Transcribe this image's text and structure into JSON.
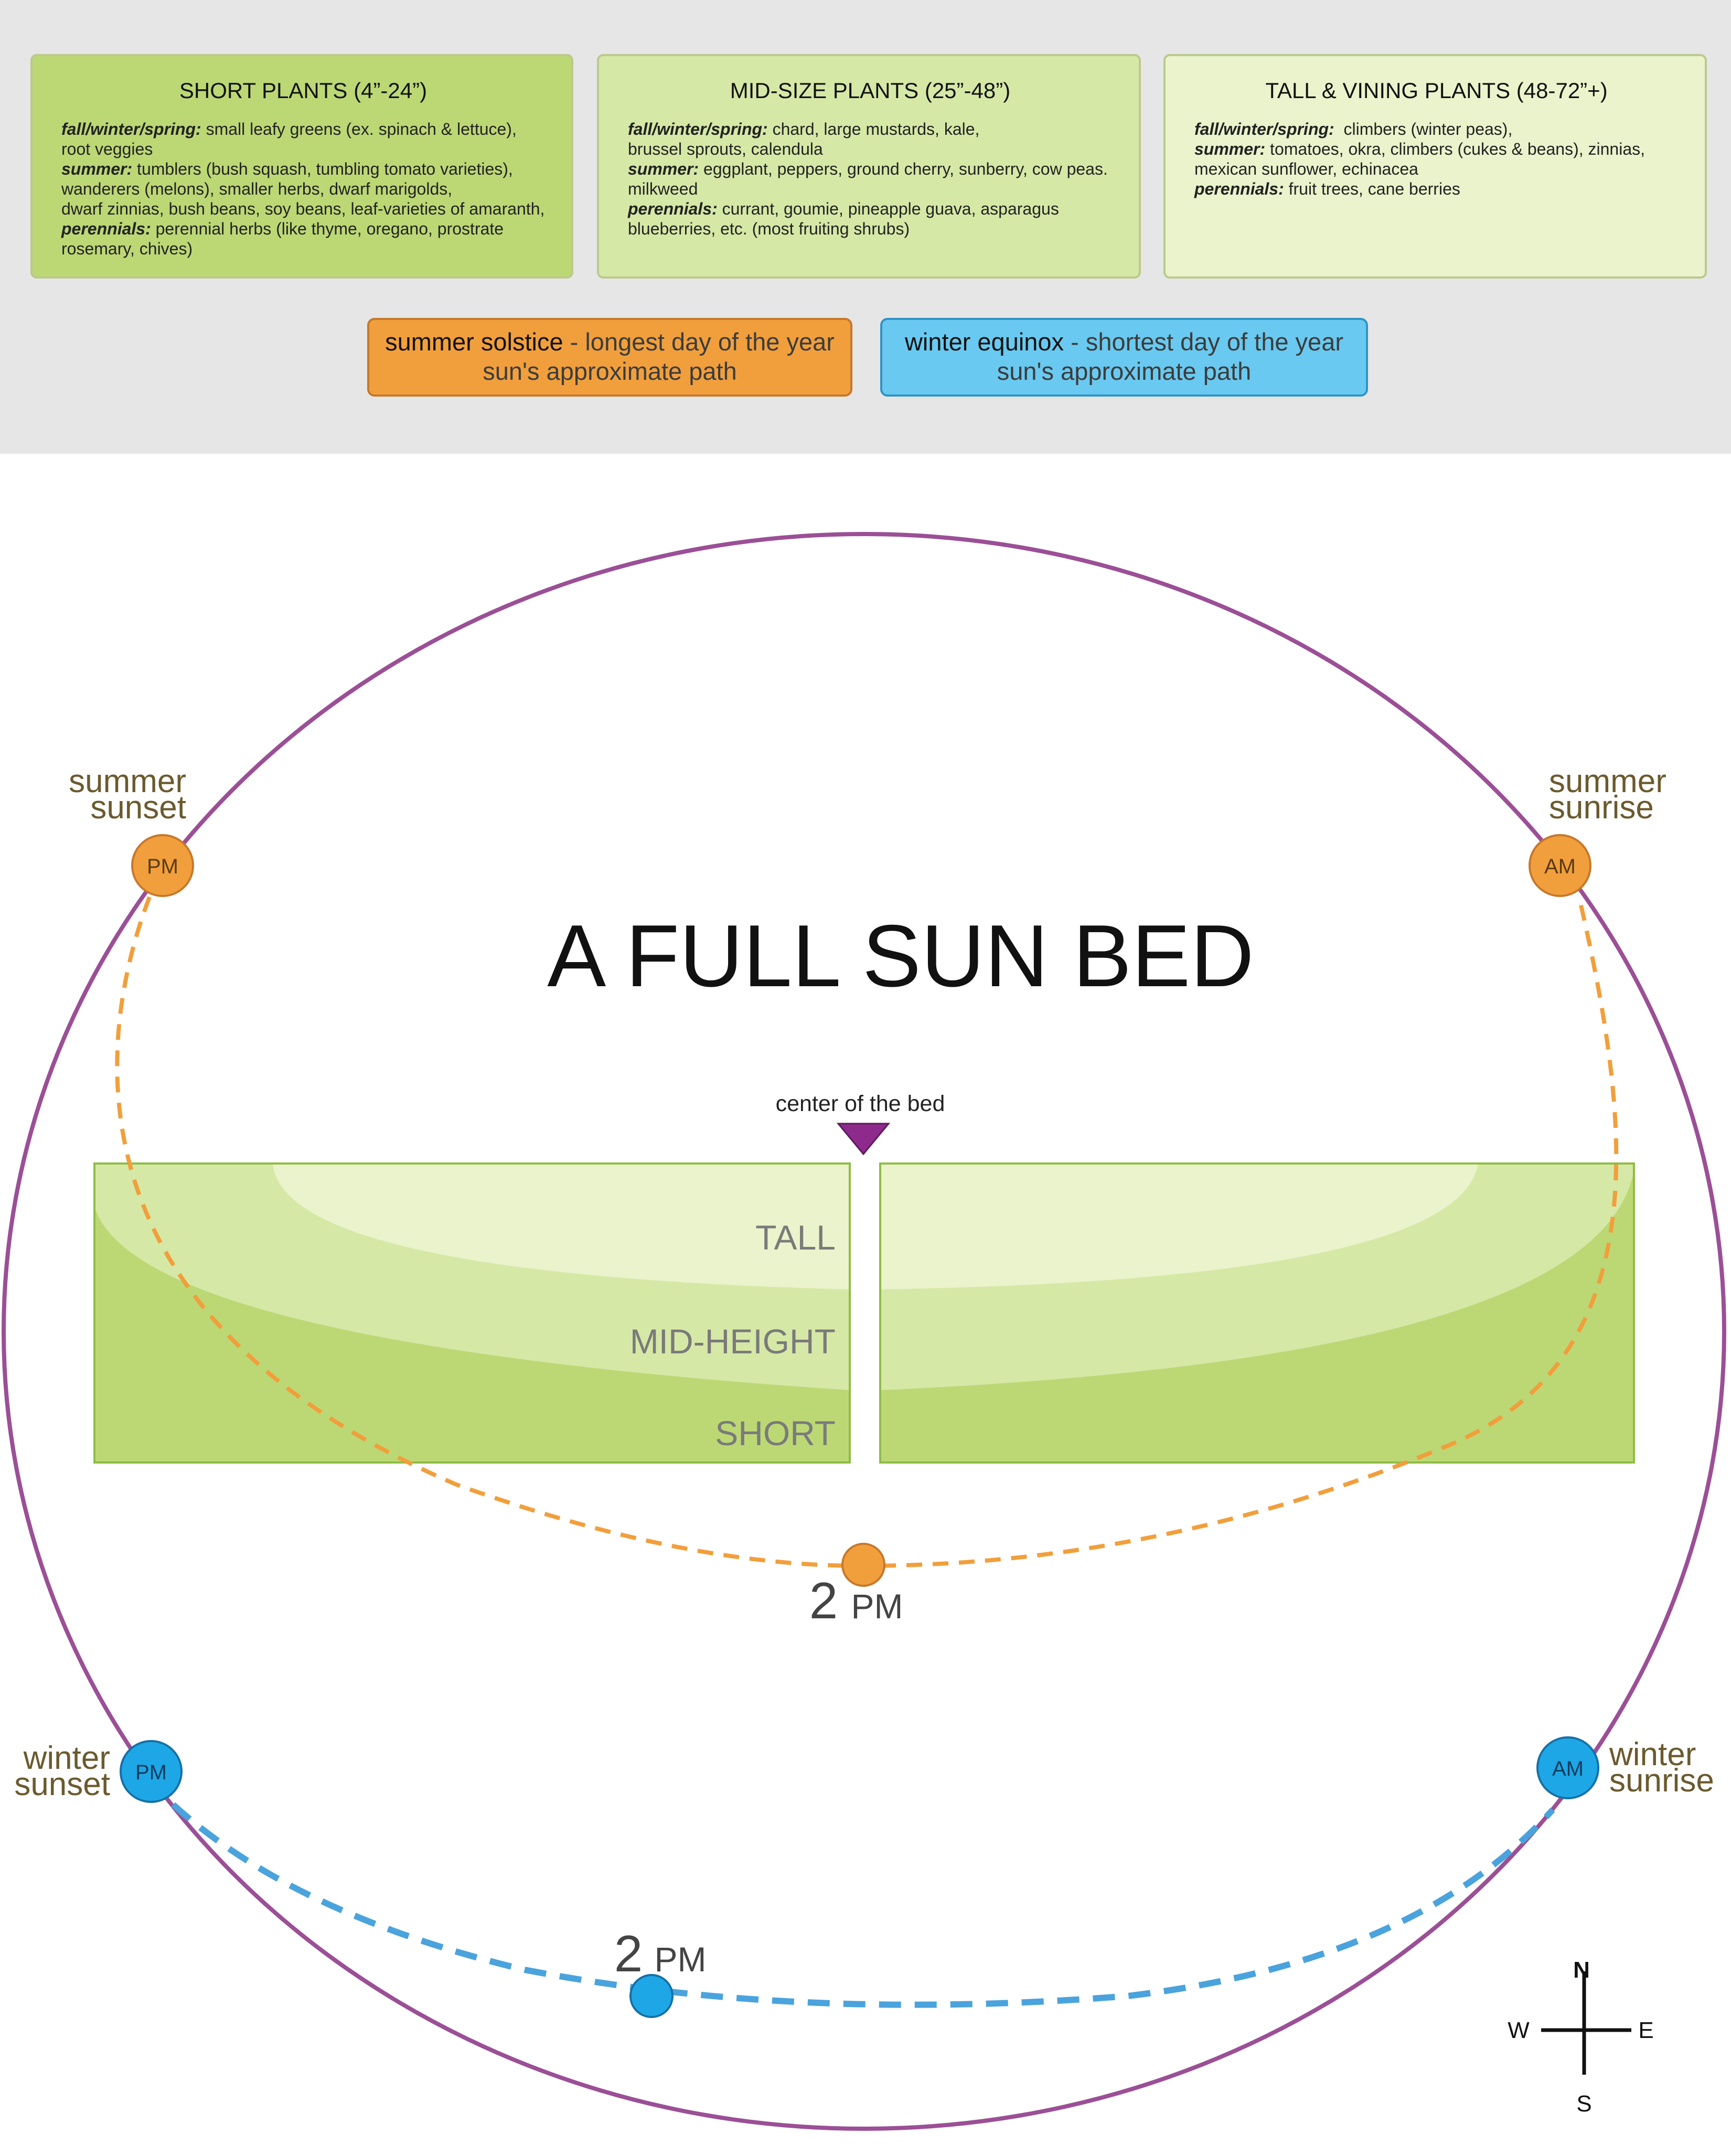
{
  "plant_boxes": [
    {
      "title": "SHORT PLANTS (4”-24”)",
      "color": "#bcd875",
      "lines": [
        {
          "label": "fall/winter/spring:",
          "text": " small leafy greens (ex. spinach & lettuce),"
        },
        {
          "label": "",
          "text": "root veggies"
        },
        {
          "label": "summer:",
          "text": " tumblers (bush squash, tumbling tomato varieties),"
        },
        {
          "label": "",
          "text": "wanderers (melons), smaller herbs, dwarf marigolds,"
        },
        {
          "label": "",
          "text": "dwarf zinnias, bush beans, soy beans, leaf-varieties of amaranth,"
        },
        {
          "label": "perennials:",
          "text": " perennial herbs (like thyme, oregano, prostrate"
        },
        {
          "label": "",
          "text": "rosemary, chives)"
        }
      ]
    },
    {
      "title": "MID-SIZE PLANTS (25”-48”)",
      "color": "#d6e8a6",
      "lines": [
        {
          "label": "fall/winter/spring:",
          "text": " chard, large mustards, kale,"
        },
        {
          "label": "",
          "text": "brussel sprouts, calendula"
        },
        {
          "label": "summer:",
          "text": " eggplant, peppers, ground cherry, sunberry, cow peas."
        },
        {
          "label": "",
          "text": "milkweed"
        },
        {
          "label": "perennials:",
          "text": " currant, goumie, pineapple guava, asparagus"
        },
        {
          "label": "",
          "text": "blueberries, etc. (most fruiting shrubs)"
        }
      ]
    },
    {
      "title": "TALL & VINING PLANTS (48-72”+)",
      "color": "#eaf3cb",
      "lines": [
        {
          "label": "fall/winter/spring:",
          "text": "  climbers (winter peas),"
        },
        {
          "label": "summer:",
          "text": " tomatoes, okra, climbers (cukes & beans), zinnias,"
        },
        {
          "label": "",
          "text": "mexican sunflower, echinacea"
        },
        {
          "label": "perennials:",
          "text": " fruit trees, cane berries"
        }
      ]
    }
  ],
  "legend": {
    "summer": {
      "strong": "summer solstice",
      "rest": " - longest day of the year",
      "line2": "sun's approximate path",
      "color": "#f19f3c"
    },
    "winter": {
      "strong": "winter equinox",
      "rest": " - shortest day of the year",
      "line2": "sun's approximate path",
      "color": "#69c9f0"
    }
  },
  "diagram": {
    "title": "A FULL SUN BED",
    "center_label": "center of the bed",
    "zones": {
      "tall": "TALL",
      "mid": "MID-HEIGHT",
      "short": "SHORT"
    },
    "summer_sunset": [
      "summer",
      "sunset"
    ],
    "summer_sunrise": [
      "summer",
      "sunrise"
    ],
    "winter_sunset": [
      "winter",
      "sunset"
    ],
    "winter_sunrise": [
      "winter",
      "sunrise"
    ],
    "pm": "PM",
    "am": "AM",
    "noon_summer": {
      "num": "2",
      "unit": "PM"
    },
    "noon_winter": {
      "num": "2",
      "unit": "PM"
    },
    "compass": {
      "n": "N",
      "s": "S",
      "e": "E",
      "w": "W"
    },
    "colors": {
      "circle": "#9b4f96",
      "summer": "#f19f3c",
      "winter": "#1ea7e6",
      "winter_path": "#4aa3dc",
      "label": "#6b5a2e",
      "marker": "#8e2a8b"
    }
  }
}
